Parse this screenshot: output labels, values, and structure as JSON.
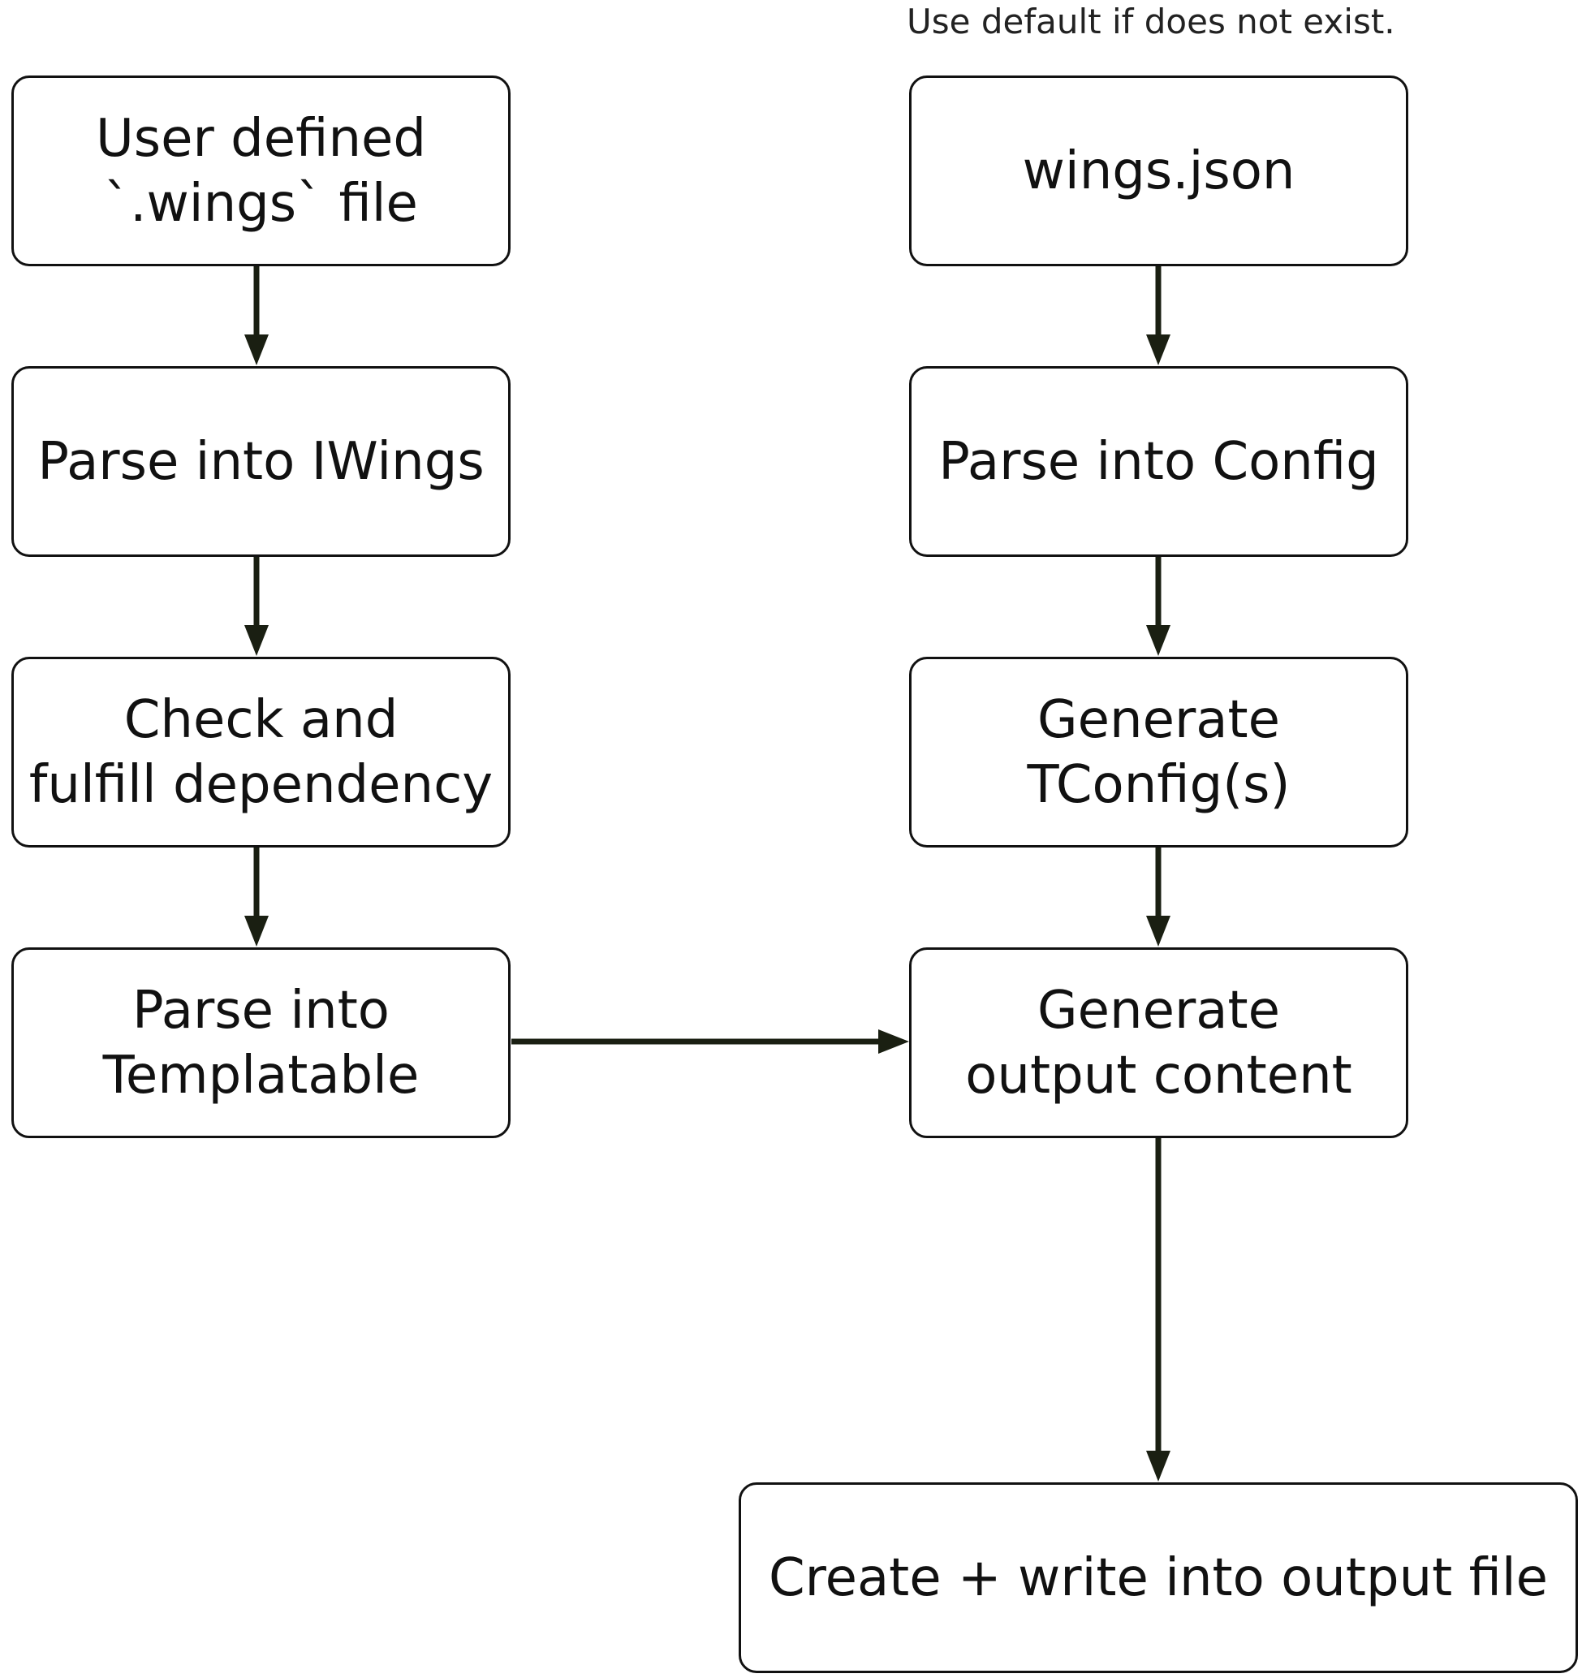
{
  "diagram": {
    "note": "Use default if does not exist.",
    "nodes": {
      "user_file": {
        "lines": [
          "User defined",
          "`.wings` file"
        ]
      },
      "parse_iwings": {
        "lines": [
          "Parse into IWings"
        ]
      },
      "check_dependency": {
        "lines": [
          "Check and",
          "fulfill dependency"
        ]
      },
      "parse_templatable": {
        "lines": [
          "Parse into",
          "Templatable"
        ]
      },
      "wings_json": {
        "lines": [
          "wings.json"
        ]
      },
      "parse_config": {
        "lines": [
          "Parse into Config"
        ]
      },
      "generate_tconfig": {
        "lines": [
          "Generate",
          "TConfig(s)"
        ]
      },
      "generate_output": {
        "lines": [
          "Generate",
          "output content"
        ]
      },
      "write_output": {
        "lines": [
          "Create + write into output file"
        ]
      }
    },
    "edges": [
      {
        "from": "user_file",
        "to": "parse_iwings"
      },
      {
        "from": "parse_iwings",
        "to": "check_dependency"
      },
      {
        "from": "check_dependency",
        "to": "parse_templatable"
      },
      {
        "from": "wings_json",
        "to": "parse_config"
      },
      {
        "from": "parse_config",
        "to": "generate_tconfig"
      },
      {
        "from": "generate_tconfig",
        "to": "generate_output"
      },
      {
        "from": "parse_templatable",
        "to": "generate_output"
      },
      {
        "from": "generate_output",
        "to": "write_output"
      }
    ]
  }
}
